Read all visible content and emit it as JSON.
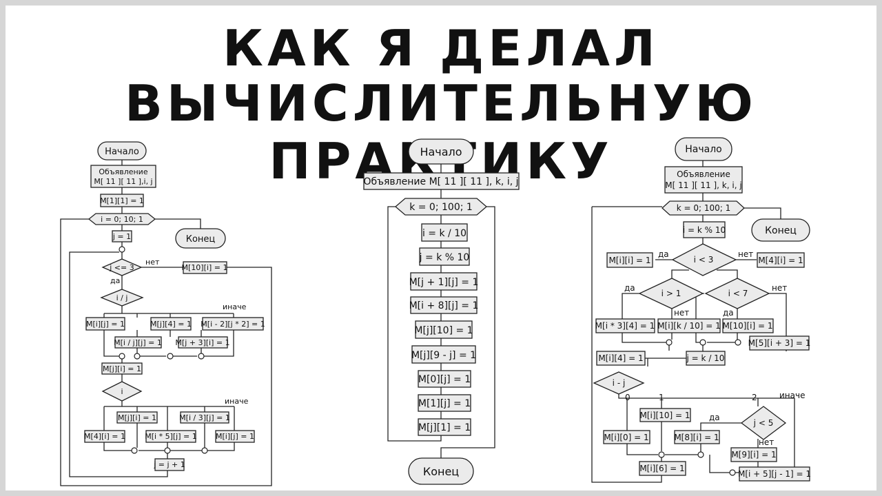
{
  "title": {
    "line1": "КАК Я ДЕЛАЛ",
    "line2": "ВЫЧИСЛИТЕЛЬНУЮ ПРАКТИКУ"
  },
  "flowchart_left": {
    "start": "Начало",
    "declare1": "Объявление",
    "declare2": "M[ 11 ][ 11 ],i, j",
    "init": "M[1][1] = 1",
    "loop": "i = 0; 10; 1",
    "end": "Конец",
    "j_init": "j = 1",
    "cond": "j <= 3",
    "no": "нет",
    "yes": "да",
    "no_branch": "M[10][i] = 1",
    "switch1": "i / j",
    "else1": "иначе",
    "b1": "M[i][j] = 1",
    "b2": "M[j][4] = 1",
    "b3": "M[i - 2][j * 2] = 1",
    "b4": "M[i / j][j] = 1",
    "b5": "M[j + 3][i] = 1",
    "mid": "M[j][i] = 1",
    "switch2": "i",
    "else2": "иначе",
    "c1": "M[j][i] = 1",
    "c2": "M[i / 3][j] = 1",
    "c3": "M[4][i] = 1",
    "c4": "M[i * 5][j] = 1",
    "c5": "M[i][j] = 1",
    "inc": "j = j + 1"
  },
  "flowchart_middle": {
    "start": "Начало",
    "declare": "Объявление  M[ 11 ][ 11 ], k, i, j",
    "loop": "k = 0;  100;  1",
    "s1": "i = k / 10",
    "s2": "j = k % 10",
    "s3": "M[j + 1][j] = 1",
    "s4": "M[i + 8][j] = 1",
    "s5": "M[j][10] = 1",
    "s6": "M[j][9 - j] = 1",
    "s7": "M[0][j] = 1",
    "s8": "M[1][j] = 1",
    "s9": "M[j][1] = 1",
    "end": "Конец"
  },
  "flowchart_right": {
    "start": "Начало",
    "declare1": "Объявление",
    "declare2": "M[ 11 ][ 11 ], k, i, j",
    "loop": "k = 0; 100; 1",
    "end": "Конец",
    "s1": "i = k % 10",
    "cond1": "i < 3",
    "yes": "да",
    "no": "нет",
    "a1": "M[i][i] = 1",
    "a2": "M[4][i] = 1",
    "cond2": "i > 1",
    "cond3": "i < 7",
    "d1": "M[i * 3][4] = 1",
    "d2": "M[i][k / 10] = 1",
    "d3": "M[10][i] = 1",
    "d4": "M[5][i + 3] = 1",
    "e1": "M[i][4] = 1",
    "e2": "j = k / 10",
    "switch": "i - j",
    "case0": "0",
    "case1": "1",
    "case2": "2",
    "else": "иначе",
    "f1": "M[i][10] = 1",
    "cond4": "j < 5",
    "f2": "M[i][0] = 1",
    "f3": "M[8][i] = 1",
    "f4": "M[9][i] = 1",
    "f5": "M[i][6] = 1",
    "f6": "M[i + 5][j - 1] = 1"
  }
}
